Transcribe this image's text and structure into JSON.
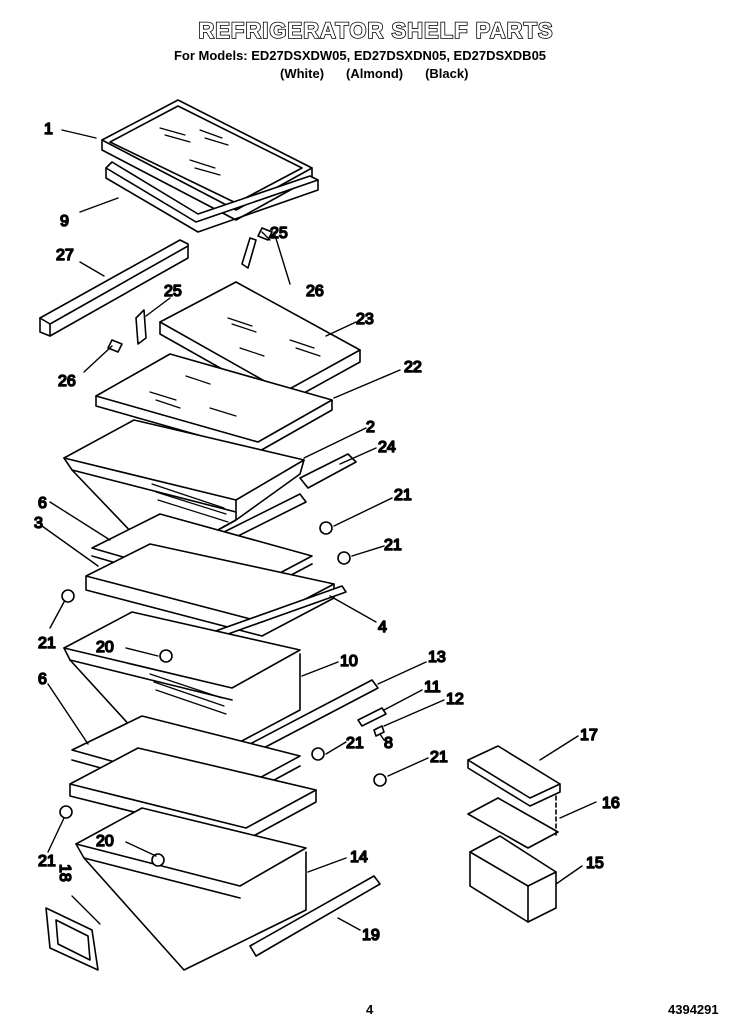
{
  "header": {
    "title": "REFRIGERATOR SHELF PARTS",
    "models": "For Models: ED27DSXDW05, ED27DSXDN05, ED27DSXDB05",
    "colors": [
      "(White)",
      "(Almond)",
      "(Black)"
    ]
  },
  "callouts": [
    "1",
    "9",
    "27",
    "25",
    "26",
    "25",
    "23",
    "26",
    "22",
    "2",
    "24",
    "6",
    "21",
    "3",
    "21",
    "21",
    "4",
    "20",
    "10",
    "13",
    "11",
    "6",
    "12",
    "8",
    "21",
    "21",
    "17",
    "16",
    "21",
    "20",
    "14",
    "15",
    "18",
    "19"
  ],
  "footer": {
    "page": "4",
    "code": "4394291"
  }
}
